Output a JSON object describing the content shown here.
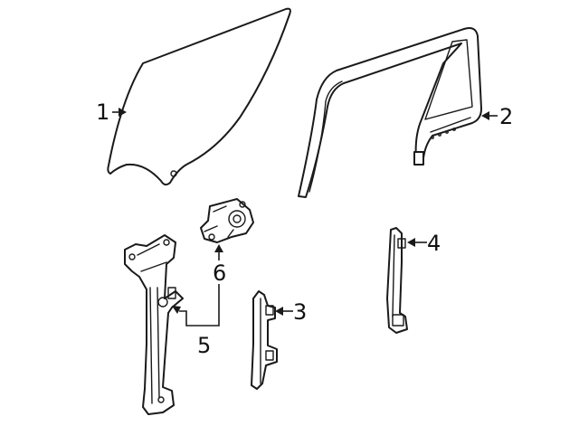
{
  "diagram": {
    "callouts": [
      {
        "id": "glass",
        "label": "1"
      },
      {
        "id": "run-channel",
        "label": "2"
      },
      {
        "id": "rear-channel",
        "label": "3"
      },
      {
        "id": "front-channel",
        "label": "4"
      },
      {
        "id": "regulator",
        "label": "5"
      },
      {
        "id": "motor",
        "label": "6"
      }
    ]
  }
}
